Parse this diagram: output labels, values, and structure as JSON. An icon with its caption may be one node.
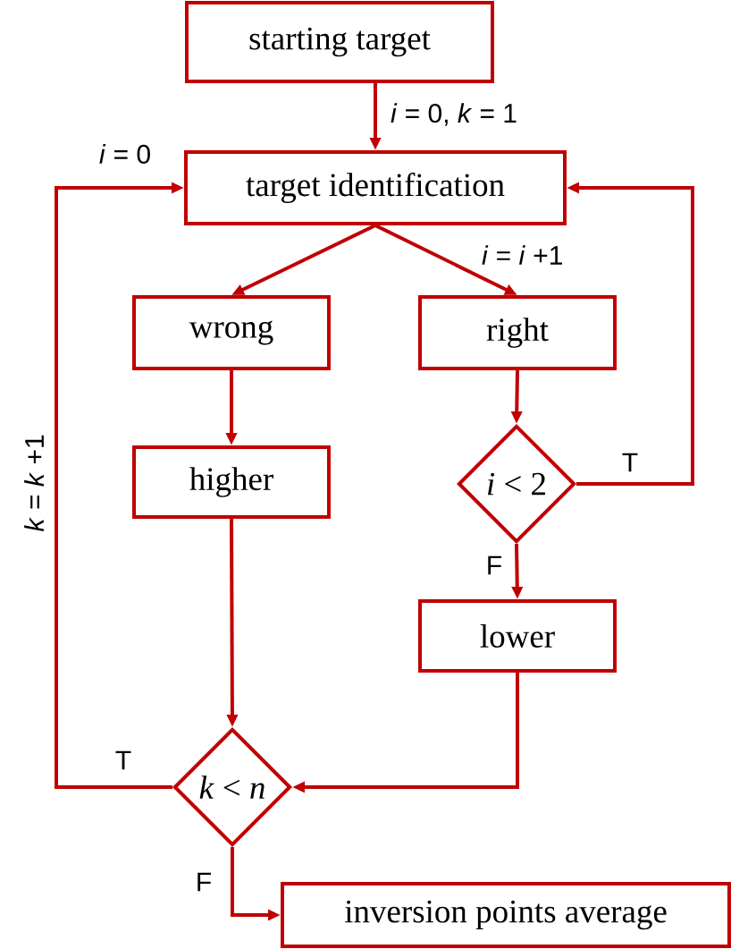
{
  "diagram": {
    "nodes": [
      {
        "text": [
          "starting target"
        ]
      },
      {
        "text": [
          "target identification"
        ]
      },
      {
        "text": [
          "wrong"
        ]
      },
      {
        "text": [
          "right"
        ]
      },
      {
        "text": [
          "higher"
        ]
      },
      {
        "text": [
          "*i* < 2"
        ]
      },
      {
        "text": [
          "lower"
        ]
      },
      {
        "text": [
          "*k* < *n*"
        ]
      },
      {
        "text": [
          "inversion points average"
        ]
      }
    ],
    "edges": [
      {
        "from": 0,
        "to": 1,
        "arrow": "to",
        "label": "*i* = 0, *k* = 1"
      },
      {
        "from": 1,
        "to": 2,
        "arrow": "to"
      },
      {
        "from": 1,
        "to": 3,
        "arrow": "to",
        "label": "*i* = *i* +1"
      },
      {
        "from": 2,
        "to": 4,
        "arrow": "to"
      },
      {
        "from": 3,
        "to": 5,
        "arrow": "to"
      },
      {
        "from": 5,
        "to": 1,
        "arrow": "to",
        "label": "T"
      },
      {
        "from": 5,
        "to": 6,
        "arrow": "to",
        "label": "F"
      },
      {
        "from": 4,
        "to": 7,
        "arrow": "to"
      },
      {
        "from": 6,
        "to": 7,
        "arrow": "to"
      },
      {
        "from": 7,
        "to": 1,
        "arrow": "to",
        "label": "T"
      },
      {
        "from": 7,
        "to": 8,
        "arrow": "to",
        "label": "F"
      }
    ],
    "labels": [
      "*i* = 0",
      "*k* = *k* +1"
    ]
  }
}
